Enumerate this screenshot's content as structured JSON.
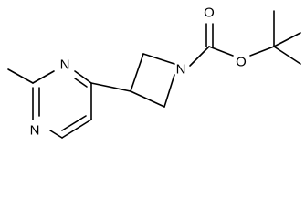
{
  "diagram": {
    "atoms": {
      "carbonyl_oxygen": "O",
      "ester_oxygen": "O",
      "azetidine_nitrogen": "N",
      "pyrimidine_n1": "N",
      "pyrimidine_n3": "N"
    },
    "colors": {
      "bond": "#000000",
      "label": "#000000",
      "background": "#ffffff"
    }
  }
}
